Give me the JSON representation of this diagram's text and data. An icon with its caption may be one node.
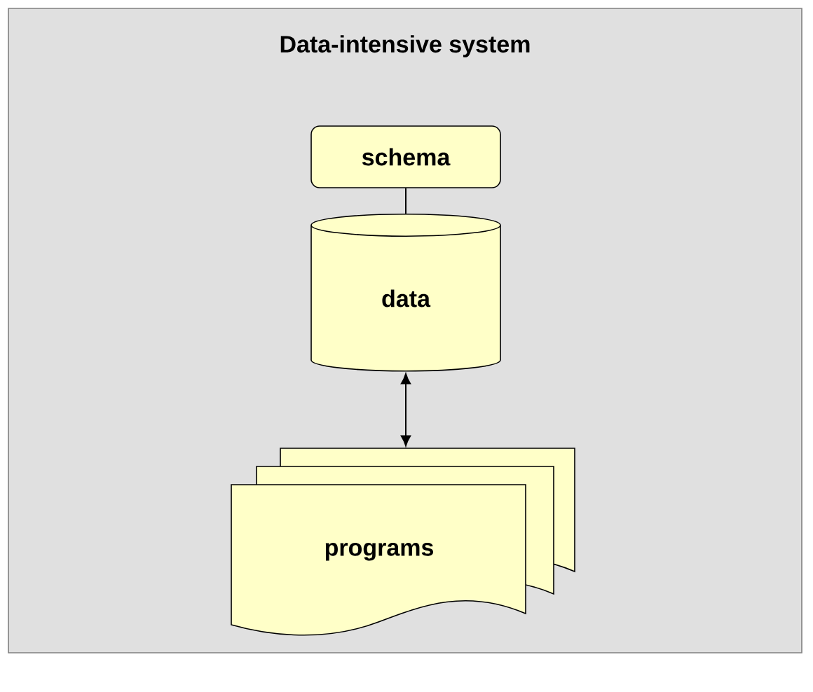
{
  "diagram": {
    "nodes": [
      {
        "text": [
          "Data-intensive system"
        ]
      },
      {
        "text": [
          "schema"
        ],
        "in": 0
      },
      {
        "text": [
          "data"
        ],
        "in": 0
      },
      {
        "text": [
          "programs"
        ],
        "in": 0
      }
    ],
    "edges": [
      {
        "from": 1,
        "to": 2,
        "arrow": "none"
      },
      {
        "from": 2,
        "to": 3,
        "arrow": "both"
      }
    ]
  }
}
